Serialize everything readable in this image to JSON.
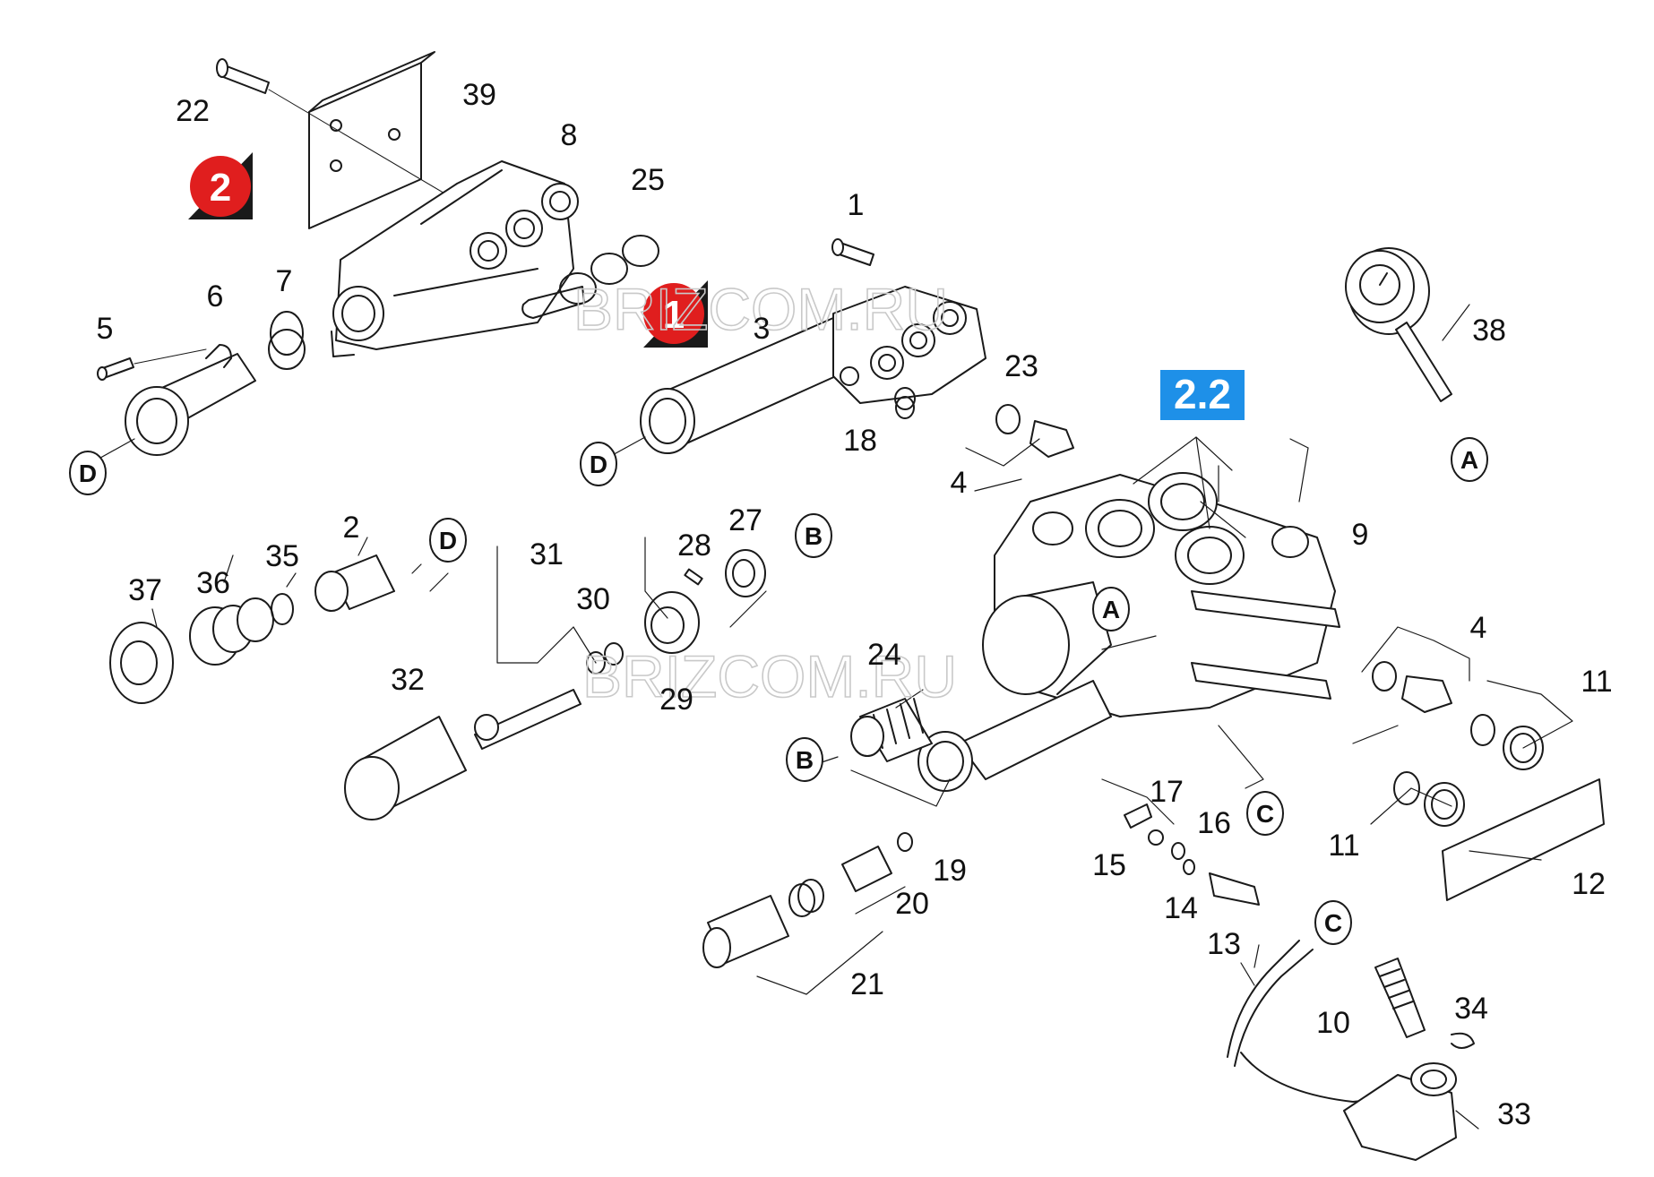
{
  "diagram": {
    "watermark": "BRIZCOM.RU",
    "section_badge": "2.2",
    "section_markers": [
      "2",
      "1"
    ],
    "connector_letters": [
      "A",
      "B",
      "C",
      "D"
    ],
    "part_labels": [
      "1",
      "2",
      "3",
      "4",
      "5",
      "6",
      "7",
      "8",
      "9",
      "10",
      "11",
      "12",
      "13",
      "14",
      "15",
      "16",
      "17",
      "18",
      "19",
      "20",
      "21",
      "22",
      "23",
      "24",
      "25",
      "27",
      "28",
      "29",
      "30",
      "31",
      "32",
      "33",
      "34",
      "35",
      "36",
      "37",
      "38",
      "39"
    ]
  },
  "colors": {
    "line": "#1a1a1a",
    "marker_red": "#e01e1e",
    "badge_blue": "#1e90e8",
    "watermark": "#c9c9c9"
  }
}
